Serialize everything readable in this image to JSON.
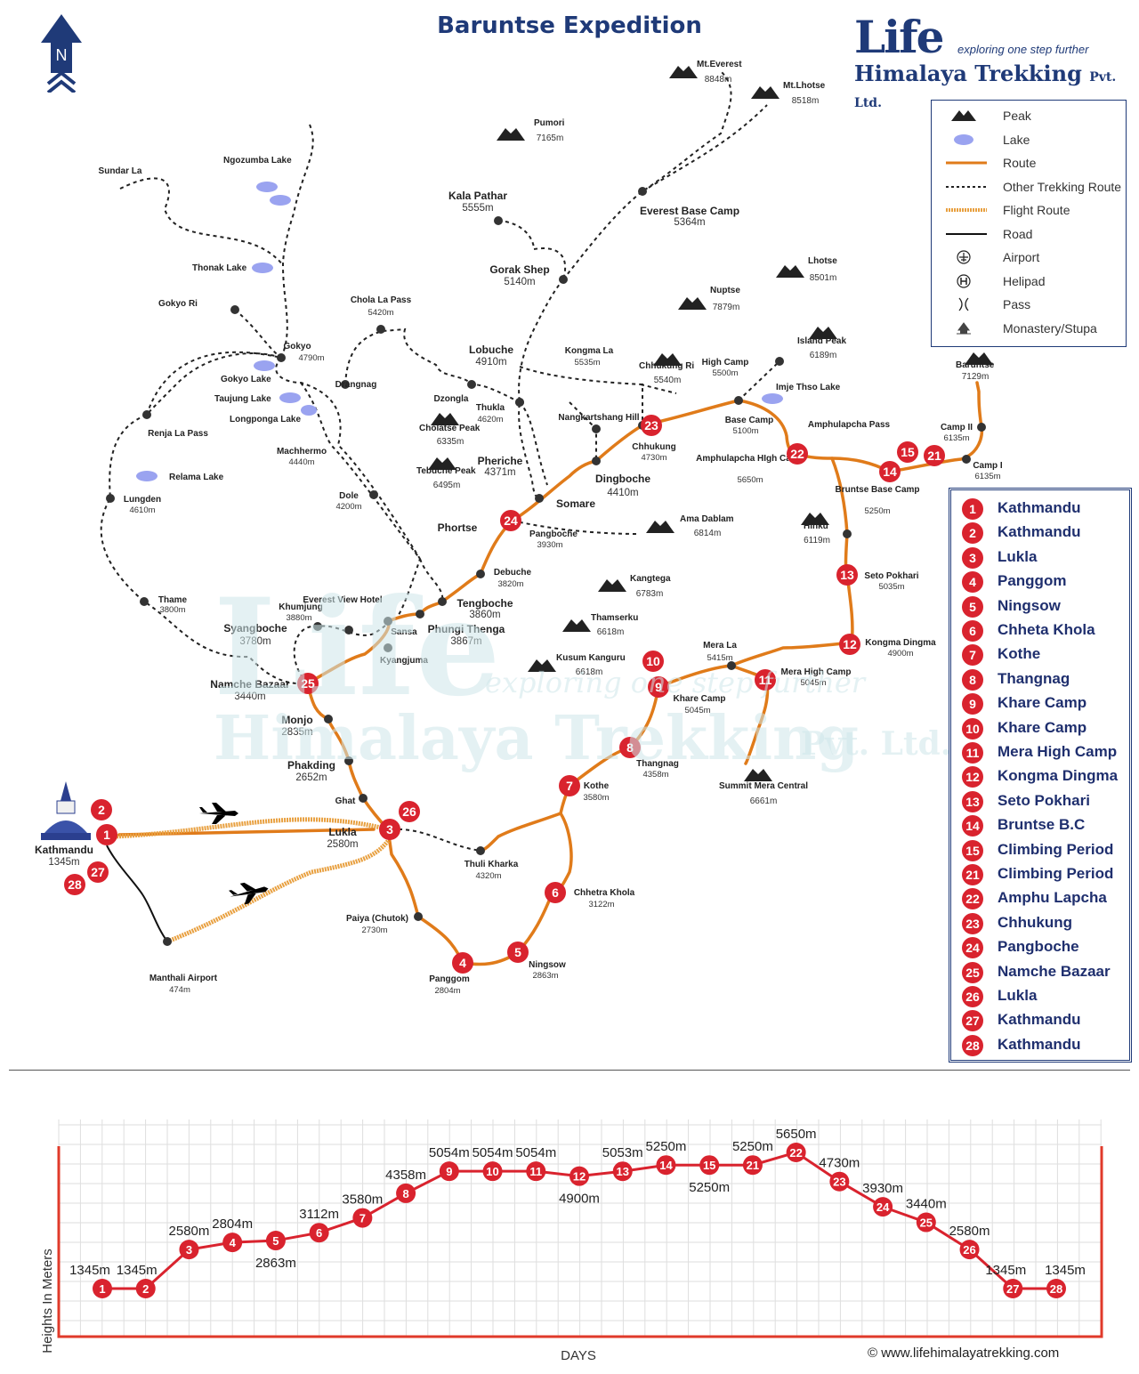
{
  "title": "Baruntse Expedition",
  "brand": {
    "main": "Life",
    "tagline": "exploring one step further",
    "sub": "Himalaya Trekking",
    "suffix": "Pvt. Ltd."
  },
  "north_label": "N",
  "colors": {
    "route": "#e07b1a",
    "marker": "#d9232e",
    "navy": "#1f3a78",
    "lake": "#9aa3f0"
  },
  "legend": [
    {
      "icon": "peak-icon",
      "label": "Peak"
    },
    {
      "icon": "lake-icon",
      "label": "Lake"
    },
    {
      "icon": "route-line",
      "label": "Route"
    },
    {
      "icon": "dotted-line",
      "label": "Other Trekking Route"
    },
    {
      "icon": "flight-line",
      "label": "Flight Route"
    },
    {
      "icon": "road-line",
      "label": "Road"
    },
    {
      "icon": "airport-icon",
      "label": "Airport"
    },
    {
      "icon": "helipad-icon",
      "label": "Helipad"
    },
    {
      "icon": "pass-icon",
      "label": "Pass"
    },
    {
      "icon": "monastery-icon",
      "label": "Monastery/Stupa"
    }
  ],
  "itinerary": [
    {
      "num": "1",
      "name": "Kathmandu"
    },
    {
      "num": "2",
      "name": "Kathmandu"
    },
    {
      "num": "3",
      "name": "Lukla"
    },
    {
      "num": "4",
      "name": "Panggom"
    },
    {
      "num": "5",
      "name": "Ningsow"
    },
    {
      "num": "6",
      "name": "Chheta Khola"
    },
    {
      "num": "7",
      "name": "Kothe"
    },
    {
      "num": "8",
      "name": "Thangnag"
    },
    {
      "num": "9",
      "name": "Khare Camp"
    },
    {
      "num": "10",
      "name": "Khare Camp"
    },
    {
      "num": "11",
      "name": "Mera High Camp"
    },
    {
      "num": "12",
      "name": "Kongma Dingma"
    },
    {
      "num": "13",
      "name": "Seto Pokhari"
    },
    {
      "num": "14",
      "name": "Bruntse B.C"
    },
    {
      "num": "15",
      "name": "Climbing Period"
    },
    {
      "num": "21",
      "name": "Climbing Period"
    },
    {
      "num": "22",
      "name": "Amphu Lapcha"
    },
    {
      "num": "23",
      "name": "Chhukung"
    },
    {
      "num": "24",
      "name": "Pangboche"
    },
    {
      "num": "25",
      "name": "Namche Bazaar"
    },
    {
      "num": "26",
      "name": "Lukla"
    },
    {
      "num": "27",
      "name": "Kathmandu"
    },
    {
      "num": "28",
      "name": "Kathmandu"
    }
  ],
  "peaks": [
    {
      "name": "Mt.Everest",
      "alt": "8848m"
    },
    {
      "name": "Mt.Lhotse",
      "alt": "8518m"
    },
    {
      "name": "Pumori",
      "alt": "7165m"
    },
    {
      "name": "Lhotse",
      "alt": "8501m"
    },
    {
      "name": "Nuptse",
      "alt": "7879m"
    },
    {
      "name": "Island Peak",
      "alt": "6189m"
    },
    {
      "name": "Chhukung Ri",
      "alt": "5540m"
    },
    {
      "name": "Cholatse Peak",
      "alt": "6335m"
    },
    {
      "name": "Tebuche Peak",
      "alt": "6495m"
    },
    {
      "name": "Ama Dablam",
      "alt": "6814m"
    },
    {
      "name": "Hinku",
      "alt": "6119m"
    },
    {
      "name": "Kangtega",
      "alt": "6783m"
    },
    {
      "name": "Thamserku",
      "alt": "6618m"
    },
    {
      "name": "Kusum Kanguru",
      "alt": "6618m"
    },
    {
      "name": "Summit Mera Central",
      "alt": "6661m"
    },
    {
      "name": "Baruntse",
      "alt": "7129m"
    }
  ],
  "lakes": [
    "Ngozumba Lake",
    "Thonak Lake",
    "Gokyo Lake",
    "Taujung Lake",
    "Longponga Lake",
    "Relama Lake",
    "Imje Thso Lake"
  ],
  "places": [
    {
      "name": "Sundar La",
      "alt": ""
    },
    {
      "name": "Gokyo Ri",
      "alt": ""
    },
    {
      "name": "Gokyo",
      "alt": "4790m"
    },
    {
      "name": "Drangnag",
      "alt": ""
    },
    {
      "name": "Chola La Pass",
      "alt": "5420m"
    },
    {
      "name": "Kala Pathar",
      "alt": "5555m"
    },
    {
      "name": "Gorak Shep",
      "alt": "5140m"
    },
    {
      "name": "Everest Base Camp",
      "alt": "5364m"
    },
    {
      "name": "Lobuche",
      "alt": "4910m"
    },
    {
      "name": "Kongma La",
      "alt": "5535m"
    },
    {
      "name": "High Camp",
      "alt": "5500m"
    },
    {
      "name": "Dzongla",
      "alt": ""
    },
    {
      "name": "Thukla",
      "alt": "4620m"
    },
    {
      "name": "Nangkartshang Hill",
      "alt": ""
    },
    {
      "name": "Chhukung",
      "alt": "4730m"
    },
    {
      "name": "Base Camp",
      "alt": "5100m"
    },
    {
      "name": "Amphulapcha Pass",
      "alt": ""
    },
    {
      "name": "Amphulapcha HIgh Camp",
      "alt": "5650m"
    },
    {
      "name": "Renja La Pass",
      "alt": ""
    },
    {
      "name": "Machhermo",
      "alt": "4440m"
    },
    {
      "name": "Pheriche",
      "alt": "4371m"
    },
    {
      "name": "Dingboche",
      "alt": "4410m"
    },
    {
      "name": "Lungden",
      "alt": "4610m"
    },
    {
      "name": "Dole",
      "alt": "4200m"
    },
    {
      "name": "Somare",
      "alt": ""
    },
    {
      "name": "Phortse",
      "alt": ""
    },
    {
      "name": "Pangboche",
      "alt": "3930m"
    },
    {
      "name": "Bruntse Base Camp",
      "alt": "5250m"
    },
    {
      "name": "Camp II",
      "alt": "6135m"
    },
    {
      "name": "Camp I",
      "alt": "6135m"
    },
    {
      "name": "Debuche",
      "alt": "3820m"
    },
    {
      "name": "Tengboche",
      "alt": "3860m"
    },
    {
      "name": "Thame",
      "alt": "3800m"
    },
    {
      "name": "Khumjung",
      "alt": "3880m"
    },
    {
      "name": "Everest View Hotel",
      "alt": ""
    },
    {
      "name": "Syangboche",
      "alt": "3780m"
    },
    {
      "name": "Sansa",
      "alt": ""
    },
    {
      "name": "Kyangjuma",
      "alt": ""
    },
    {
      "name": "Phungi Thenga",
      "alt": "3867m"
    },
    {
      "name": "Seto Pokhari",
      "alt": "5035m"
    },
    {
      "name": "Kongma Dingma",
      "alt": "4900m"
    },
    {
      "name": "Mera La",
      "alt": "5415m"
    },
    {
      "name": "Mera High Camp",
      "alt": "5045m"
    },
    {
      "name": "Khare Camp",
      "alt": "5045m"
    },
    {
      "name": "Namche Bazaar",
      "alt": "3440m"
    },
    {
      "name": "Monjo",
      "alt": "2835m"
    },
    {
      "name": "Thangnag",
      "alt": "4358m"
    },
    {
      "name": "Phakding",
      "alt": "2652m"
    },
    {
      "name": "Kothe",
      "alt": "3580m"
    },
    {
      "name": "Ghat",
      "alt": ""
    },
    {
      "name": "Lukla",
      "alt": "2580m"
    },
    {
      "name": "Kathmandu",
      "alt": "1345m"
    },
    {
      "name": "Thuli Kharka",
      "alt": "4320m"
    },
    {
      "name": "Chhetra Khola",
      "alt": "3122m"
    },
    {
      "name": "Paiya (Chutok)",
      "alt": "2730m"
    },
    {
      "name": "Ningsow",
      "alt": "2863m"
    },
    {
      "name": "Panggom",
      "alt": "2804m"
    },
    {
      "name": "Manthali Airport",
      "alt": "474m"
    }
  ],
  "profile": {
    "ylabel": "Heights In Meters",
    "xlabel": "DAYS",
    "website": "© www.lifehimalayatrekking.com"
  },
  "chart_data": {
    "type": "line",
    "title": "",
    "xlabel": "DAYS",
    "ylabel": "Heights In Meters",
    "categories": [
      "1",
      "2",
      "3",
      "4",
      "5",
      "6",
      "7",
      "8",
      "9",
      "10",
      "11",
      "12",
      "13",
      "14",
      "15",
      "21",
      "22",
      "23",
      "24",
      "25",
      "26",
      "27",
      "28"
    ],
    "values": [
      1345,
      1345,
      2580,
      2804,
      2863,
      3112,
      3580,
      4358,
      5054,
      5054,
      5054,
      4900,
      5053,
      5250,
      5250,
      5250,
      5650,
      4730,
      3930,
      3440,
      2580,
      1345,
      1345
    ],
    "value_labels": [
      "1345m",
      "1345m",
      "2580m",
      "2804m",
      "2863m",
      "3112m",
      "3580m",
      "4358m",
      "5054m",
      "5054m",
      "5054m",
      "4900m",
      "5053m",
      "5250m",
      "5250m",
      "5250m",
      "5650m",
      "4730m",
      "3930m",
      "3440m",
      "2580m",
      "1345m",
      "1345m"
    ],
    "grid": true
  }
}
